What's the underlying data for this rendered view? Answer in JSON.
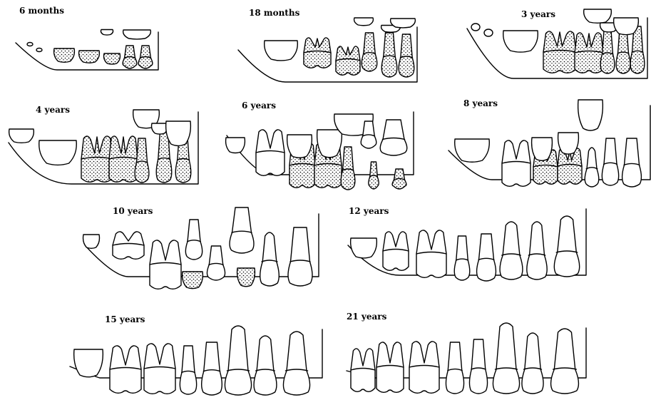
{
  "labels": {
    "m6": "6 months",
    "m18": "18 months",
    "y3": "3 years",
    "y4": "4 years",
    "y6": "6 years",
    "y8": "8 years",
    "y10": "10 years",
    "y12": "12 years",
    "y15": "15 years",
    "y21": "21 years"
  },
  "colors": {
    "ink": "#000000",
    "paper": "#ffffff",
    "stipple": "#000000"
  }
}
